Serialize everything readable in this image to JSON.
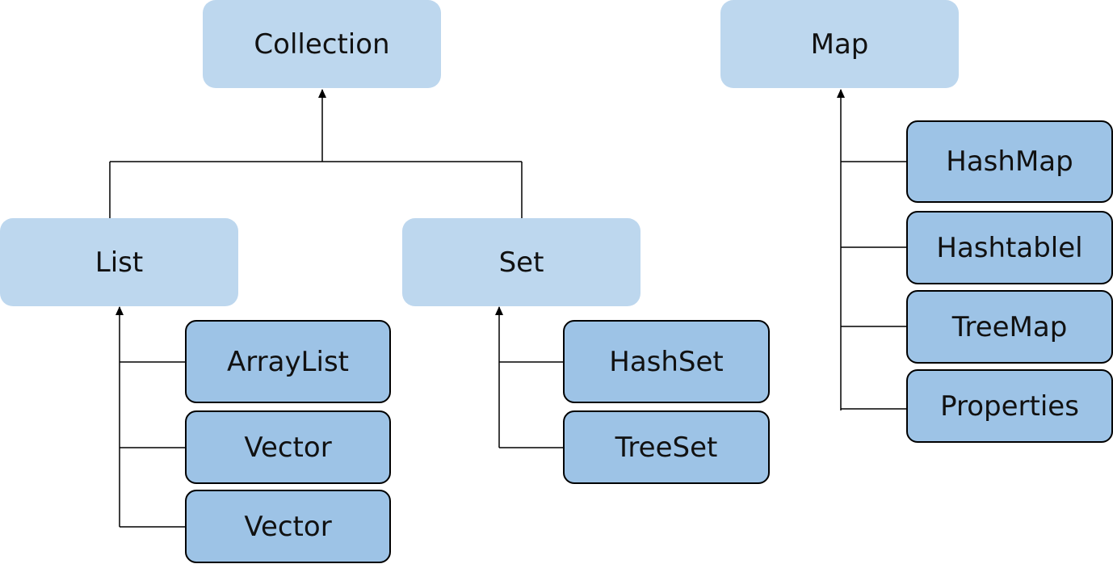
{
  "colors": {
    "interface_fill": "#bdd7ee",
    "implementation_fill": "#9dc3e6",
    "connector": "#000000"
  },
  "nodes": {
    "collection": "Collection",
    "map": "Map",
    "list": "List",
    "set": "Set",
    "arraylist": "ArrayList",
    "vector_1": "Vector",
    "vector_2": "Vector",
    "hashset": "HashSet",
    "treeset": "TreeSet",
    "hashmap": "HashMap",
    "hashtable": "Hashtablel",
    "treemap": "TreeMap",
    "properties": "Properties"
  },
  "edges": [
    {
      "from": "list",
      "to": "collection"
    },
    {
      "from": "set",
      "to": "collection"
    },
    {
      "from": "arraylist",
      "to": "list"
    },
    {
      "from": "vector_1",
      "to": "list"
    },
    {
      "from": "vector_2",
      "to": "list"
    },
    {
      "from": "hashset",
      "to": "set"
    },
    {
      "from": "treeset",
      "to": "set"
    },
    {
      "from": "hashmap",
      "to": "map"
    },
    {
      "from": "hashtable",
      "to": "map"
    },
    {
      "from": "treemap",
      "to": "map"
    },
    {
      "from": "properties",
      "to": "map"
    }
  ]
}
